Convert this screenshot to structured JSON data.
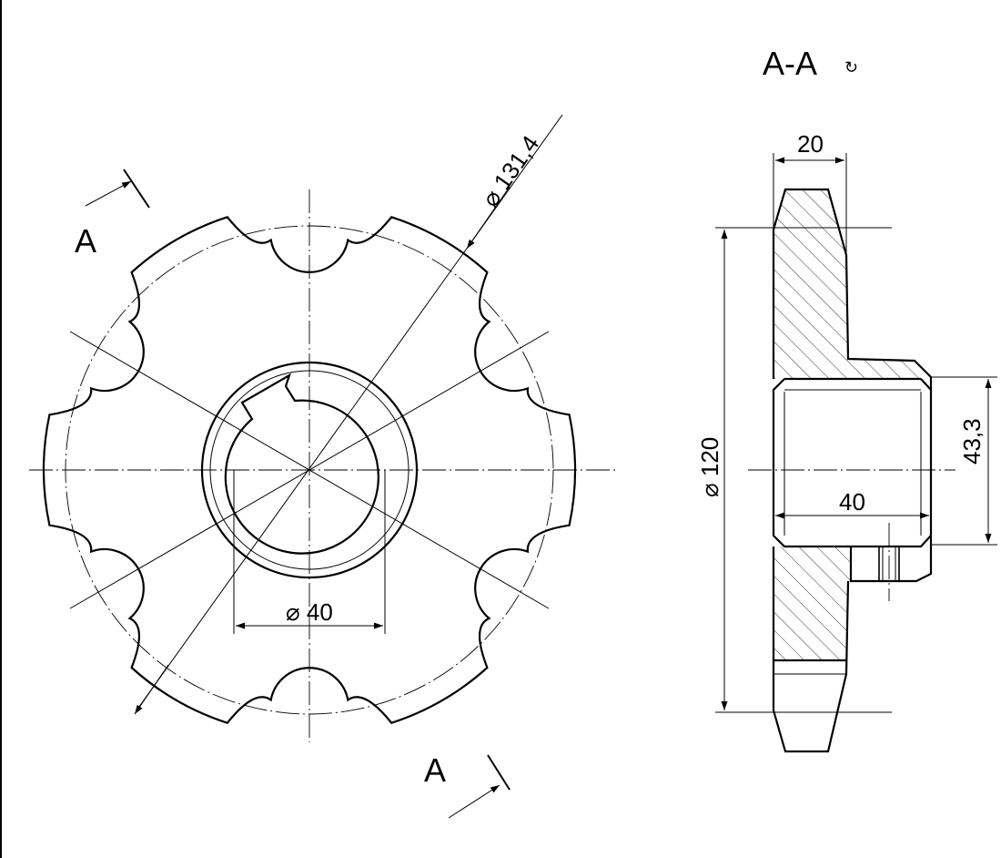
{
  "section": {
    "label": "A-A",
    "rotation_symbol": "↻"
  },
  "cut_markers": {
    "top": "A",
    "bottom": "A"
  },
  "dimensions": {
    "pitch_diameter": "⌀ 131,4",
    "bore_front": "⌀ 40",
    "hub_width": "20",
    "outer_diameter": "⌀ 120",
    "hub_diameter": "43,3",
    "bore_section": "40"
  }
}
